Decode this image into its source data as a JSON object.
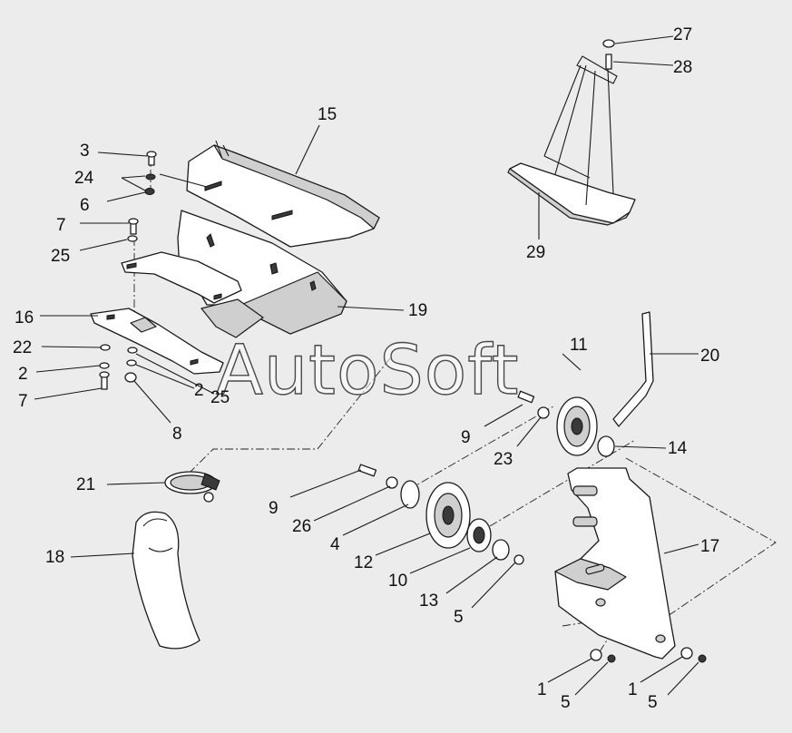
{
  "watermark": "AutoSoft",
  "labels": {
    "l1a": "1",
    "l1b": "1",
    "l2a": "2",
    "l2b": "2",
    "l3": "3",
    "l4": "4",
    "l5a": "5",
    "l5b": "5",
    "l5c": "5",
    "l6": "6",
    "l7a": "7",
    "l7b": "7",
    "l8": "8",
    "l9a": "9",
    "l9b": "9",
    "l10": "10",
    "l11": "11",
    "l12": "12",
    "l13": "13",
    "l14": "14",
    "l15": "15",
    "l16": "16",
    "l17": "17",
    "l18": "18",
    "l19": "19",
    "l20": "20",
    "l21": "21",
    "l22": "22",
    "l23": "23",
    "l24": "24",
    "l25a": "25",
    "l25b": "25",
    "l26": "26",
    "l27": "27",
    "l28": "28",
    "l29": "29"
  }
}
